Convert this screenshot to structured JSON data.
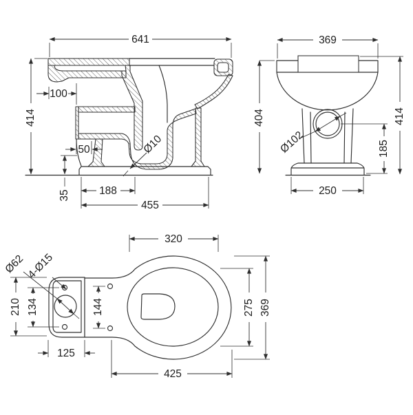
{
  "colors": {
    "background": "#ffffff",
    "line": "#2e2e2e",
    "text": "#1c1c1c"
  },
  "views": {
    "side": {
      "dims": {
        "overall_depth": "641",
        "overall_height": "414",
        "inlet_setback": "100",
        "outlet_setback": "50",
        "foot_height": "35",
        "trap_center": "188",
        "footprint_depth": "455",
        "trap_radius_note": "Ø10"
      }
    },
    "front": {
      "dims": {
        "bowl_width": "369",
        "rim_height": "404",
        "overall_height": "414",
        "outlet_diameter": "Ø102",
        "outlet_center_height": "185",
        "base_width": "250"
      }
    },
    "top": {
      "dims": {
        "seat_opening_width": "320",
        "plate_depth": "210",
        "rear_hole_spacing": "134",
        "inlet_hole_diameter": "Ø62",
        "fixing_holes_note": "4-Ø15",
        "mid_hole_spacing": "144",
        "plate_width": "125",
        "overall_length": "425",
        "seat_opening_depth": "275",
        "overall_width": "369"
      }
    }
  }
}
